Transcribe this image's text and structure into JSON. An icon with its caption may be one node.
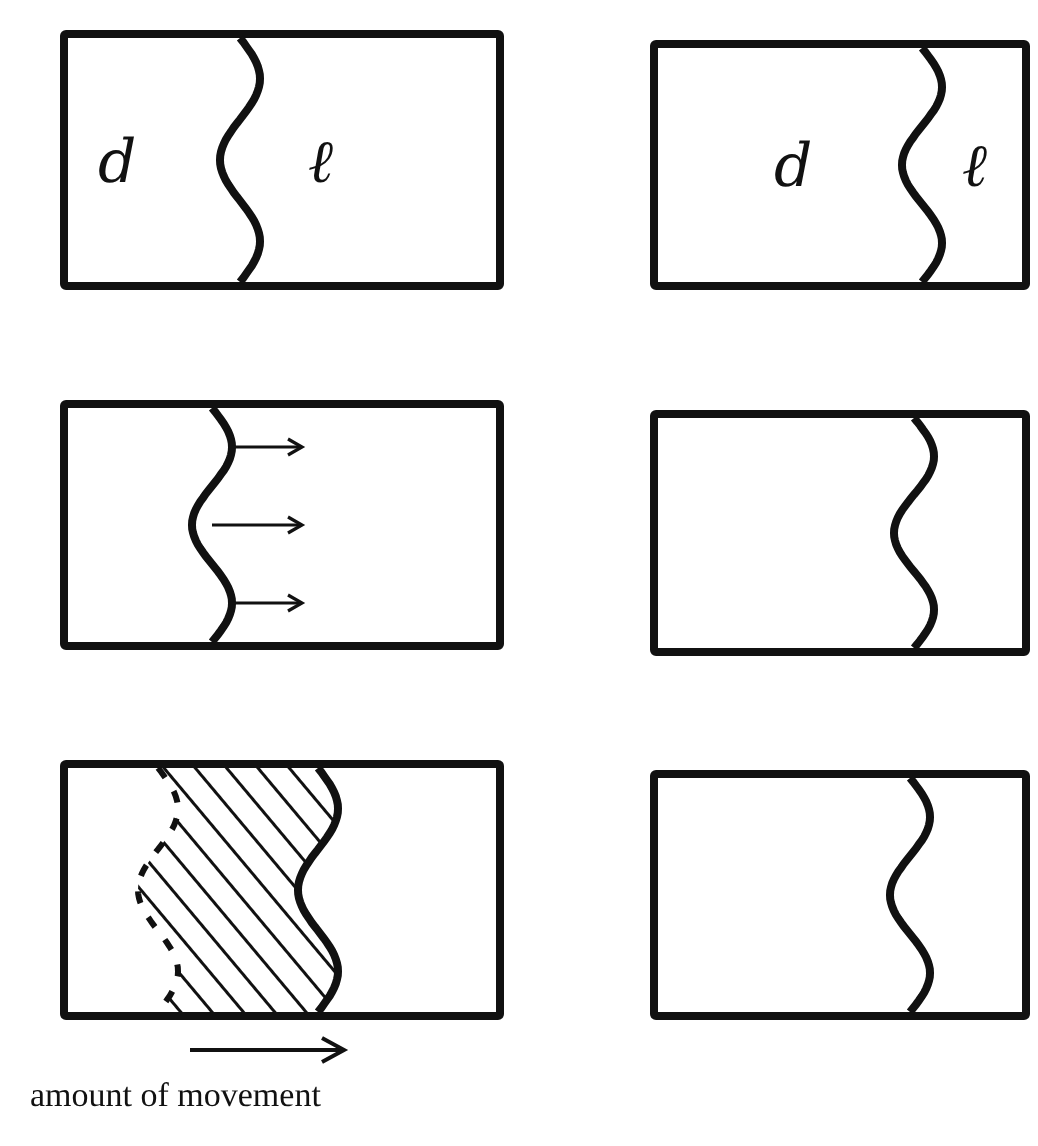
{
  "diagram": {
    "nodes": [
      {
        "text": [
          "d",
          "ℓ"
        ]
      },
      {
        "text": [
          "d",
          "ℓ"
        ]
      },
      {
        "text": [],
        "shape": "box"
      },
      {
        "text": [],
        "shape": "box"
      },
      {
        "text": [],
        "shape": "box"
      },
      {
        "text": [],
        "shape": "box"
      }
    ],
    "labels": [
      "amount of movement"
    ]
  }
}
